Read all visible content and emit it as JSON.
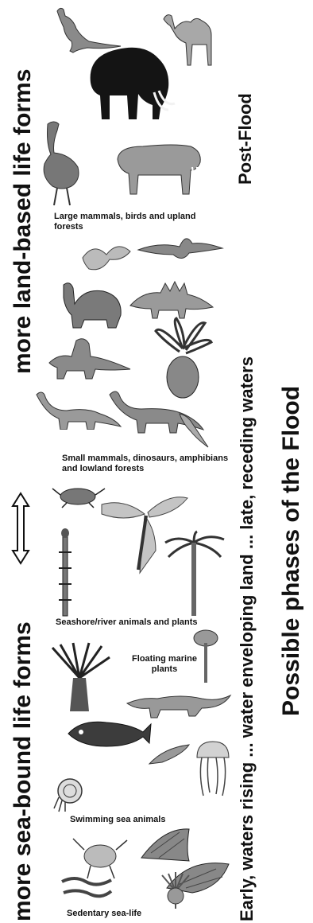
{
  "axis": {
    "left_top": "more land-based life forms",
    "left_bottom": "more sea-bound life forms",
    "right_post": "Post-Flood",
    "right_phases": "Early, waters rising ... water enveloping land ... late, receding waters",
    "right_title": "Possible phases of the Flood"
  },
  "captions": {
    "large_mammals": "Large mammals, birds and upland forests",
    "small_mammals": "Small mammals, dinosaurs, amphibians and lowland forests",
    "seashore": "Seashore/river animals and plants",
    "floating": "Floating marine plants",
    "swimming": "Swimming sea animals",
    "sedentary": "Sedentary sea-life"
  },
  "icons": [
    "kangaroo-icon",
    "camel-icon",
    "mammoth-icon",
    "moa-bird-icon",
    "sabre-tooth-cat-icon",
    "flowering-plant-icon",
    "pterosaur-icon",
    "tortoise-icon",
    "stegosaurus-icon",
    "dimetrodon-icon",
    "cycad-icon",
    "sauropod-icon",
    "lizard-icon",
    "beetle-icon",
    "dragonfly-icon",
    "horsetail-icon",
    "palm-tree-icon",
    "seed-fern-icon",
    "crocodile-icon",
    "coelacanth-icon",
    "jellyfish-icon",
    "ammonite-icon",
    "shrimp-icon",
    "trilobite-icon",
    "brachiopod-shell-icon",
    "worm-icon",
    "crinoid-icon",
    "double-arrow-icon"
  ]
}
